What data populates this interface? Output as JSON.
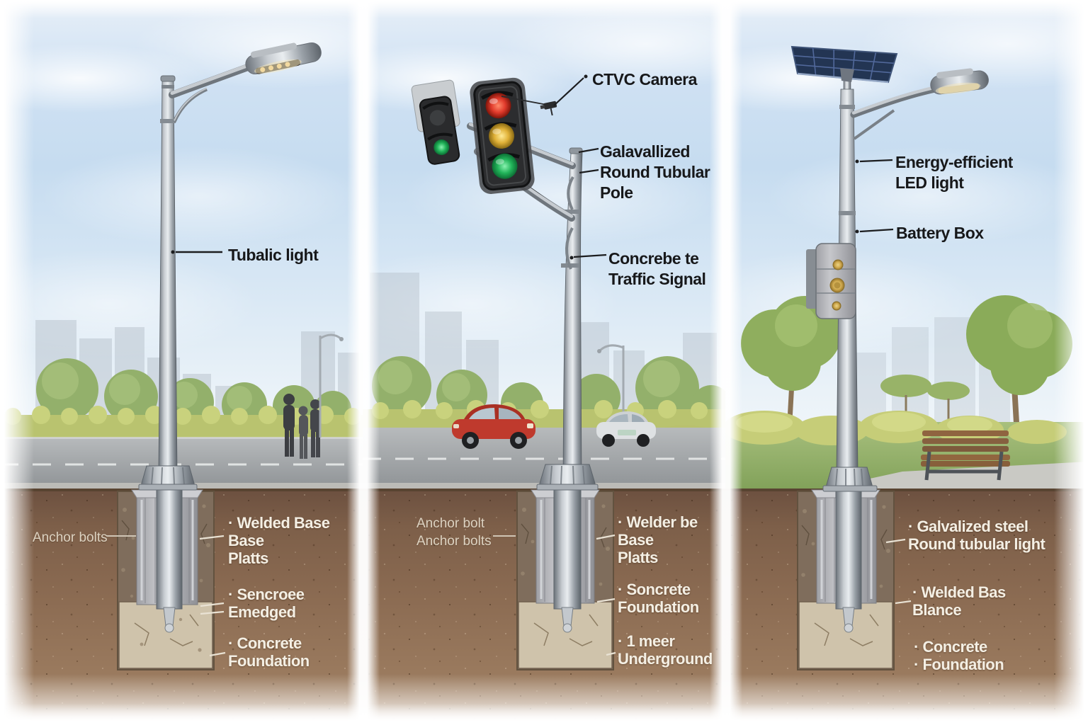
{
  "colors": {
    "sky": "#cfe2f3",
    "soil": "#8b6b52",
    "concrete": "#b4b5b9",
    "aggregate": "#cfc3ab",
    "pole_metal": "#aab1b8",
    "label_black": "#17181a",
    "label_white": "#f4efe4",
    "traffic_red": "#e03a2b",
    "traffic_yellow": "#e8c24a",
    "traffic_green": "#2fbf68",
    "solar_panel": "#233553",
    "battery_knob_gold": "#d2b055",
    "car_red": "#bf3a2d",
    "car_white": "#dee1e3",
    "bench_wood": "#8a5f3c"
  },
  "left_panel": {
    "pole_label": "Tubalic light",
    "anchor_label": "Anchor bolts",
    "underground_labels": [
      "· Welded Base\nBase\nPlatts",
      "· Sencroee\nEmedged",
      "· Concrete\nFoundation"
    ]
  },
  "middle_panel": {
    "camera_label": "CTVC Camera",
    "pole_label": "Galavallized\nRound Tubular\nPole",
    "signal_label": "Concrebe te\nTraffic Signal",
    "anchor_label": "Anchor bolt\nAnchor bolts",
    "underground_labels": [
      "· Welder be\nBase\nPlatts",
      "· Soncrete\nFoundation",
      "· 1 meer\nUnderground"
    ]
  },
  "right_panel": {
    "led_label": "Energy-efficient\nLED light",
    "battery_label": "Battery Box",
    "underground_labels": [
      "· Galvalized steel\nRound tubular light",
      "· Welded Bas\nBlance",
      "· Concrete\n· Foundation"
    ]
  }
}
